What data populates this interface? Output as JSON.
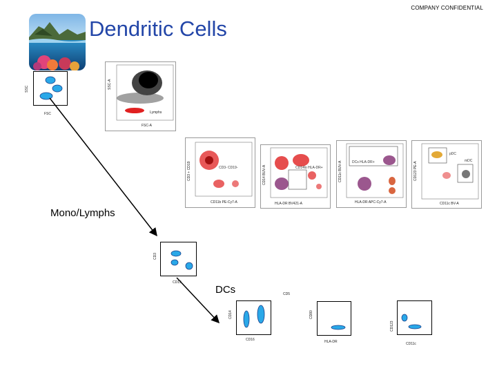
{
  "header": {
    "confidential": "COMPANY CONFIDENTIAL",
    "title": "Dendritic Cells"
  },
  "gates": {
    "mono_lymphs": "Mono/Lymphs",
    "dcs": "DCs"
  },
  "schematic_axes": {
    "fsc_vs_ssc": {
      "y": "SSC",
      "x": "FSC"
    },
    "cd3_plot": {
      "y": "CD3",
      "x": "CD19"
    },
    "cd14_plot": {
      "y": "CD14",
      "x": "CD16"
    },
    "cd5_label": "CD5",
    "cd80_plot": {
      "y": "CD80",
      "x": "HLA-DR"
    },
    "cd123_plot": {
      "y": "CD123",
      "x": "CD11c"
    }
  },
  "flow_plots": {
    "scatter": {
      "y": "SSC-A",
      "x": "FSC-A",
      "gate": "Lymphs"
    },
    "plot1": {
      "y": "CD3 + CD19",
      "x": "CD11b PE-Cy7-A",
      "gate": "CD3- CD19-"
    },
    "plot2": {
      "y": "CD14 BUV-A",
      "x": "HLA-DR BV421-A",
      "gate": "CD14lo HLA-DR+"
    },
    "plot3": {
      "y": "CD11c BUV-A",
      "x": "HLA-DR APC-Cy7-A",
      "gate": "DCs HLA-DR+"
    },
    "plot4": {
      "y": "CD123 PE-A",
      "x": "CD11c BV-A",
      "gate1": "pDC",
      "gate2": "mDC"
    }
  },
  "colors": {
    "title": "#2346a8",
    "population": "#2aa8e8",
    "population_stroke": "#1a3f8a",
    "density_red": "#e02020",
    "density_purple": "#8a3a7a"
  }
}
